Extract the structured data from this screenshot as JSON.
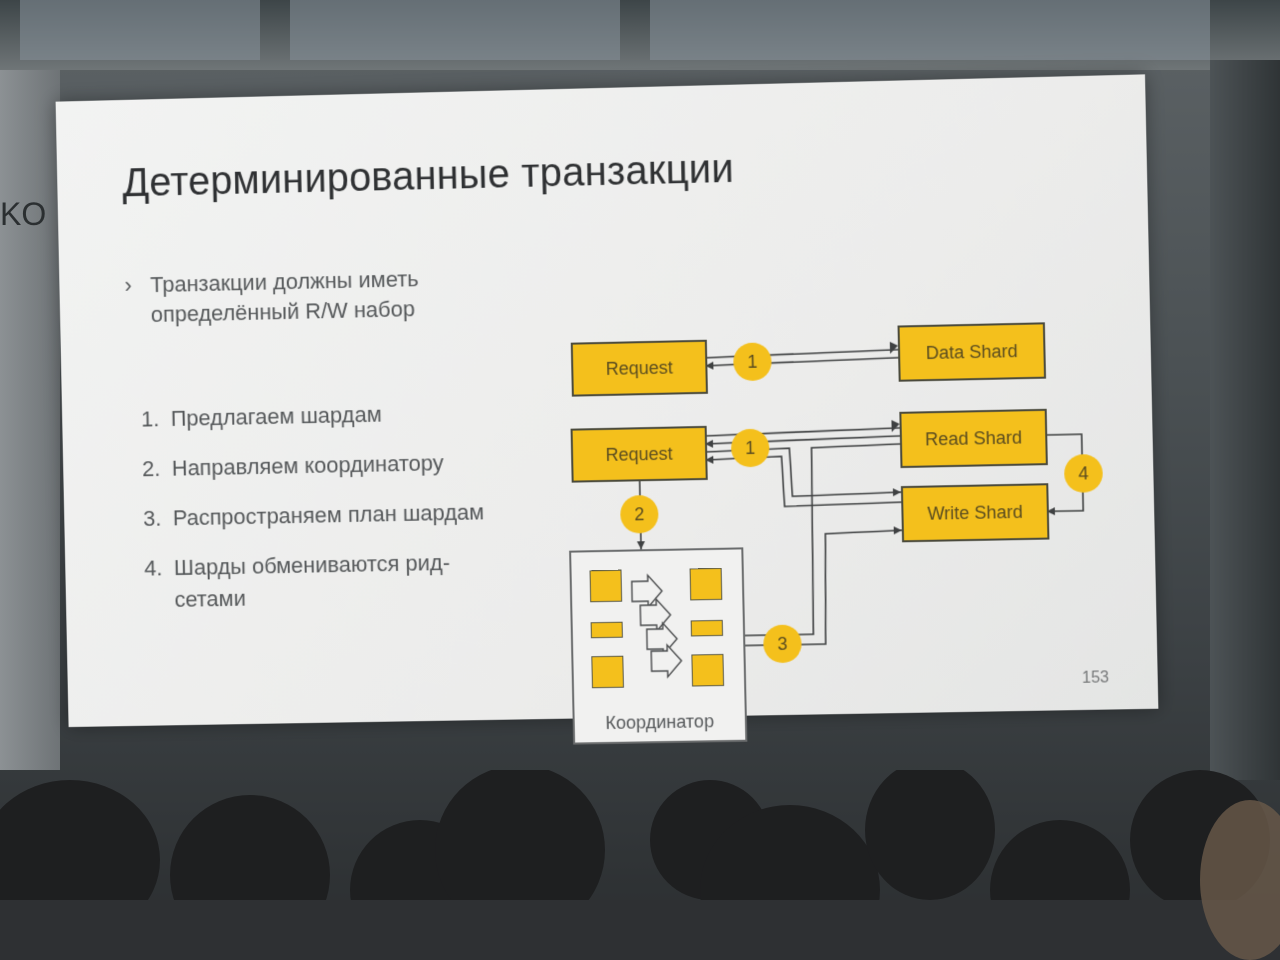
{
  "side_text": "KO",
  "slide": {
    "title": "Детерминированные транзакции",
    "bullet": "Транзакции должны иметь определённый R/W набор",
    "steps": [
      {
        "num": "1.",
        "text": "Предлагаем шардам"
      },
      {
        "num": "2.",
        "text": "Направляем координатору"
      },
      {
        "num": "3.",
        "text": "Распространяем план шардам"
      },
      {
        "num": "4.",
        "text": "Шарды обмениваются рид-сетами"
      }
    ],
    "diagram": {
      "request_top": "Request",
      "request_mid": "Request",
      "data_shard": "Data Shard",
      "read_shard": "Read Shard",
      "write_shard": "Write Shard",
      "coordinator": "Координатор",
      "badges": [
        "1",
        "1",
        "2",
        "3",
        "4"
      ]
    },
    "page_number": "153"
  },
  "colors": {
    "accent": "#f4c01c",
    "slide_bg": "#efefee",
    "text": "#55585a"
  }
}
